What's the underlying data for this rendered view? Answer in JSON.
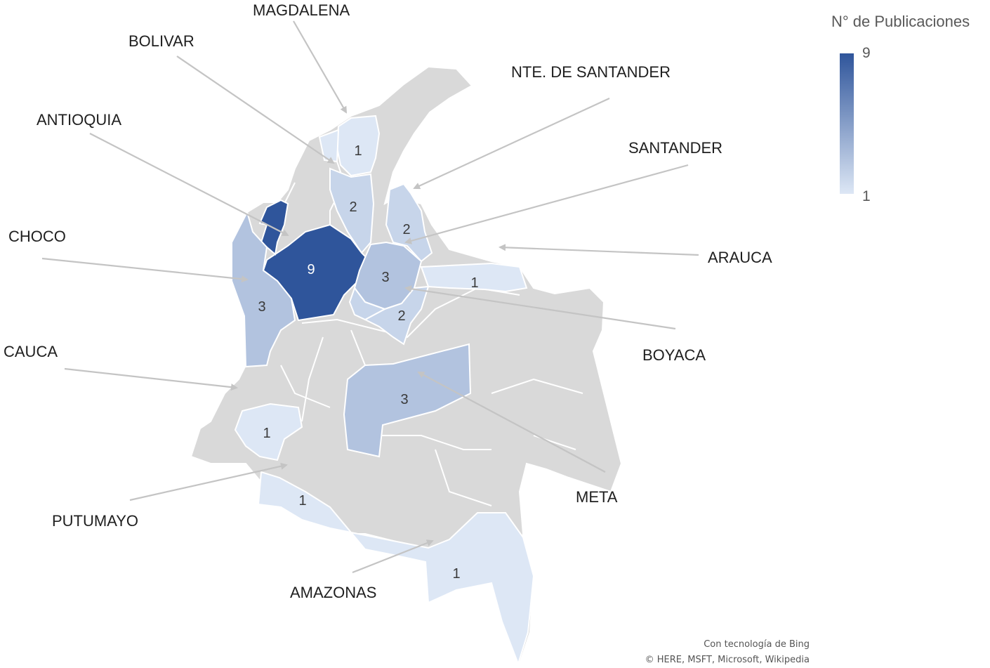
{
  "legend": {
    "title": "N° de Publicaciones",
    "max_label": "9",
    "min_label": "1",
    "color_high": "#2f559b",
    "color_low": "#dde7f5"
  },
  "departments": [
    {
      "name": "MAGDALENA",
      "value": 1
    },
    {
      "name": "BOLIVAR",
      "value": 2
    },
    {
      "name": "NTE. DE SANTANDER",
      "value": 2
    },
    {
      "name": "ANTIOQUIA",
      "value": 9
    },
    {
      "name": "SANTANDER",
      "value": 3
    },
    {
      "name": "CHOCO",
      "value": 3
    },
    {
      "name": "ARAUCA",
      "value": 1
    },
    {
      "name": "BOYACA",
      "value": 2
    },
    {
      "name": "CAUCA",
      "value": 1
    },
    {
      "name": "META",
      "value": 3
    },
    {
      "name": "PUTUMAYO",
      "value": 1
    },
    {
      "name": "AMAZONAS",
      "value": 1
    },
    {
      "name": "",
      "value": 2
    }
  ],
  "credits": {
    "line1": "Con tecnología de Bing",
    "line2": "© HERE, MSFT, Microsoft, Wikipedia"
  },
  "colors": {
    "no_data": "#d9d9d9",
    "border": "#ffffff"
  }
}
